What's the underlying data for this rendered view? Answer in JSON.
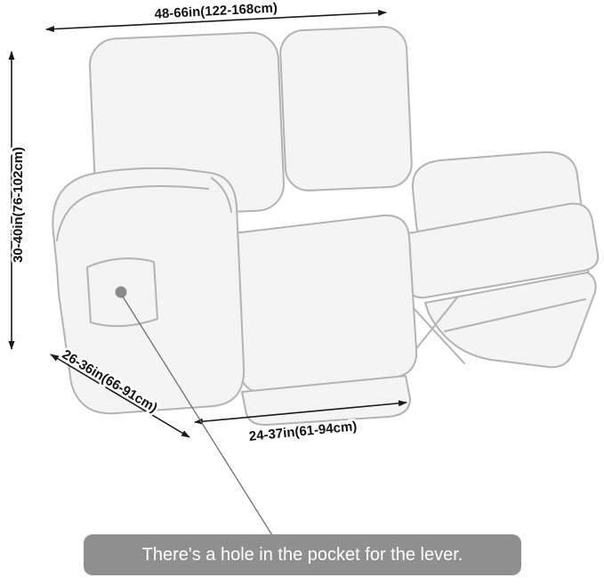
{
  "diagram": {
    "title": "recliner loveseat cover dimension diagram",
    "dimensions": {
      "width_top": "48-66in(122-168cm)",
      "height_left": "30-40in(76-102cm)",
      "depth_left": "26-36in(66-91cm)",
      "seat_width_bottom": "24-37in(61-94cm)"
    },
    "tooltip_text": "There's a hole in the pocket for the lever.",
    "colors": {
      "outline": "#b3b3b3",
      "fill": "#f4f4f4",
      "dimension_line": "#1a1a1a",
      "tooltip_bg": "#8f8f8f",
      "tooltip_text": "#ffffff",
      "pocket_dot": "#8a8a8a"
    }
  }
}
